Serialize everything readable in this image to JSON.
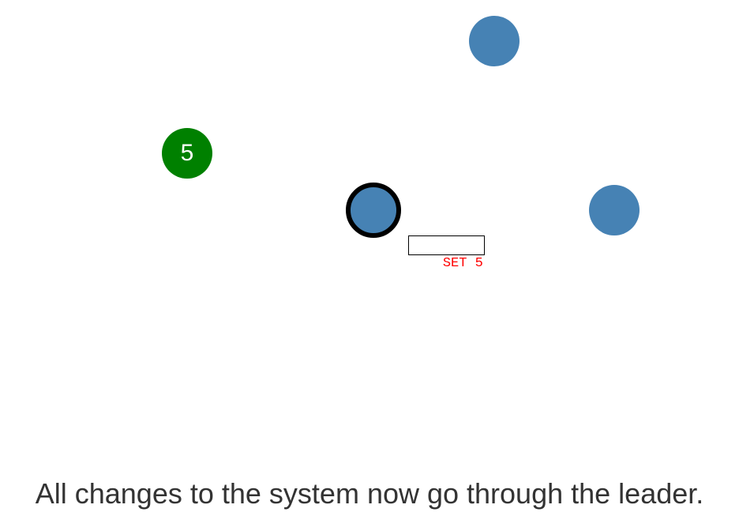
{
  "client": {
    "value": "5",
    "color": "#008000"
  },
  "servers": {
    "color": "#4682b4",
    "leader_border_color": "#000000"
  },
  "leader_log": {
    "entry": "SET 5",
    "text_color": "#ff0000"
  },
  "caption": "All changes to the system now go through the leader."
}
